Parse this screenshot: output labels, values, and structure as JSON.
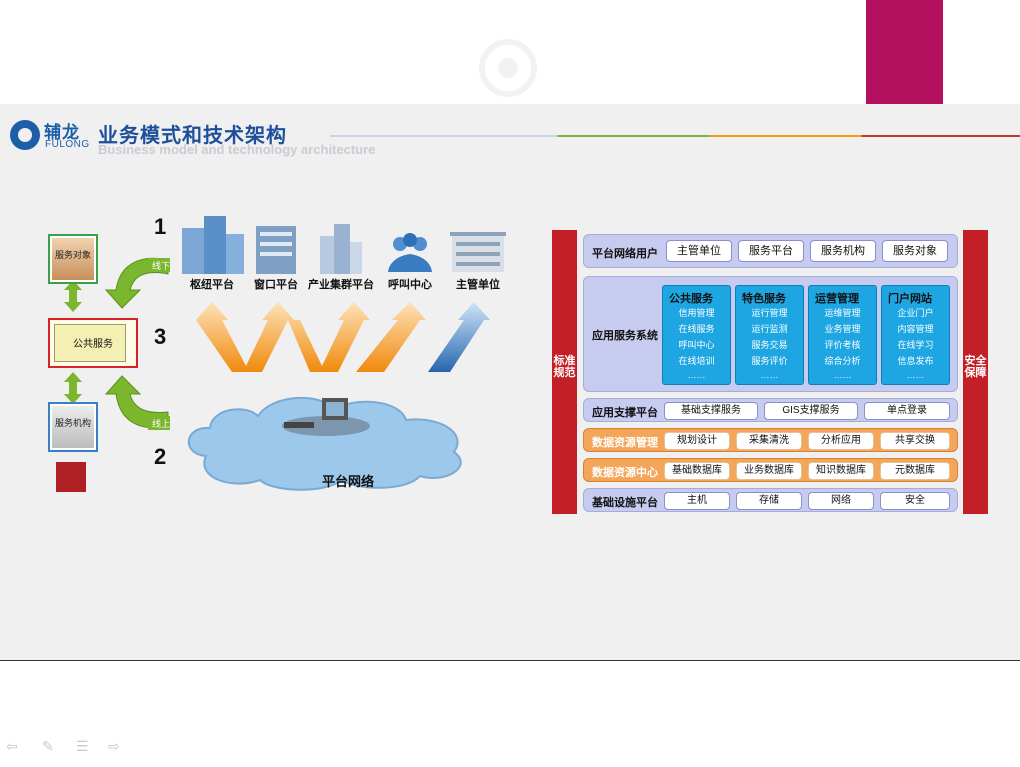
{
  "brand": {
    "cn": "辅龙",
    "en": "FULONG"
  },
  "title": "业务模式和技术架构",
  "subtitle": "Business model and technology architecture",
  "left_diagram": {
    "service_target": "服务对象",
    "public_service": "公共服务",
    "service_org": "服务机构",
    "numbers": [
      "1",
      "2",
      "3"
    ],
    "arrow_labels": [
      "线下",
      "线上"
    ],
    "platforms": [
      "枢纽平台",
      "窗口平台",
      "产业集群平台",
      "呼叫中心",
      "主管单位"
    ],
    "network_label": "平台网络"
  },
  "architecture": {
    "left_side": "标准规范",
    "right_side": "安全保障",
    "user_row": {
      "title": "平台网络用户",
      "items": [
        "主管单位",
        "服务平台",
        "服务机构",
        "服务对象"
      ]
    },
    "app_row": {
      "title": "应用服务系统",
      "columns": [
        {
          "title": "公共服务",
          "items": [
            "信用管理",
            "在线服务",
            "呼叫中心",
            "在线培训",
            "……"
          ]
        },
        {
          "title": "特色服务",
          "items": [
            "运行管理",
            "运行监测",
            "服务交易",
            "服务评价",
            "……"
          ]
        },
        {
          "title": "运营管理",
          "items": [
            "运维管理",
            "业务管理",
            "评价考核",
            "综合分析",
            "……"
          ]
        },
        {
          "title": "门户网站",
          "items": [
            "企业门户",
            "内容管理",
            "在线学习",
            "信息发布",
            "……"
          ]
        }
      ]
    },
    "support_row": {
      "title": "应用支撑平台",
      "items": [
        "基础支撑服务",
        "GIS支撑服务",
        "单点登录"
      ]
    },
    "data_mgmt_row": {
      "title": "数据资源管理",
      "items": [
        "规划设计",
        "采集清洗",
        "分析应用",
        "共享交换"
      ]
    },
    "data_center_row": {
      "title": "数据资源中心",
      "items": [
        "基础数据库",
        "业务数据库",
        "知识数据库",
        "元数据库"
      ]
    },
    "infra_row": {
      "title": "基础设施平台",
      "items": [
        "主机",
        "存储",
        "网络",
        "安全"
      ]
    }
  },
  "colors": {
    "magenta": "#b3105f",
    "brand_blue": "#1d4f9c",
    "arch_red": "#c31f26",
    "service_blue": "#1ea6e3",
    "orange": "#f3a65a",
    "lavender": "#c7cbef"
  },
  "toolbar": {
    "icons": [
      "prev-arrow-icon",
      "pen-icon",
      "menu-icon",
      "next-arrow-icon"
    ]
  }
}
